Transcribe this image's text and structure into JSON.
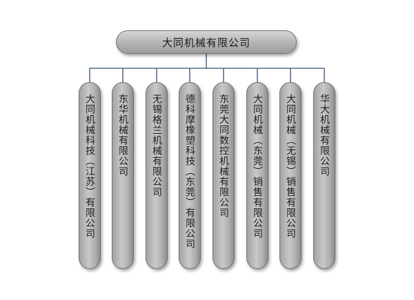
{
  "root": {
    "label": "大同机械有限公司"
  },
  "children": [
    {
      "label": "大同机械科技（江苏）有限公司"
    },
    {
      "label": "东华机械有限公司"
    },
    {
      "label": "无锡格兰机械有限公司"
    },
    {
      "label": "德科摩橡塑科技（东莞）有限公司"
    },
    {
      "label": "东莞大同数控机械有限公司"
    },
    {
      "label": "大同机械（东莞）销售有限公司"
    },
    {
      "label": "大同机械（无锡）销售有限公司"
    },
    {
      "label": "华大机械有限公司"
    }
  ],
  "colors": {
    "connector": "#2f4f6f",
    "node_border": "#6f6f6f",
    "node_fill": "#b9b9b9"
  }
}
